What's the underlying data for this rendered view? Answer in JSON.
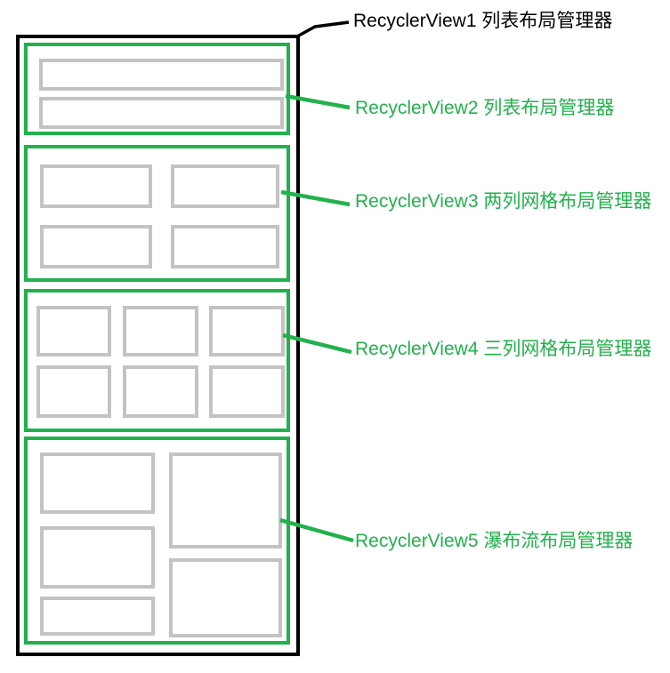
{
  "diagram": {
    "title": "RecyclerView nested layout managers diagram",
    "colors": {
      "outer_frame": "#000000",
      "inner_frame": "#22b14c",
      "item_border": "#c3c3c3",
      "background": "#ffffff",
      "annotation_black": "#000000",
      "annotation_green": "#22b14c"
    },
    "annotations": [
      {
        "text": "RecyclerView1 列表布局管理器",
        "color": "#000000"
      },
      {
        "text": "RecyclerView2 列表布局管理器",
        "color": "#22b14c"
      },
      {
        "text": "RecyclerView3 两列网格布局管理器",
        "color": "#22b14c"
      },
      {
        "text": "RecyclerView4 三列网格布局管理器",
        "color": "#22b14c"
      },
      {
        "text": "RecyclerView5 瀑布流布局管理器",
        "color": "#22b14c"
      }
    ],
    "sections": [
      {
        "name": "RecyclerView1",
        "layout": "list",
        "role": "outer container"
      },
      {
        "name": "RecyclerView2",
        "layout": "list",
        "item_count": 2
      },
      {
        "name": "RecyclerView3",
        "layout": "grid-2-columns",
        "item_count": 4
      },
      {
        "name": "RecyclerView4",
        "layout": "grid-3-columns",
        "item_count": 6
      },
      {
        "name": "RecyclerView5",
        "layout": "staggered-waterfall",
        "item_count": 5
      }
    ]
  }
}
